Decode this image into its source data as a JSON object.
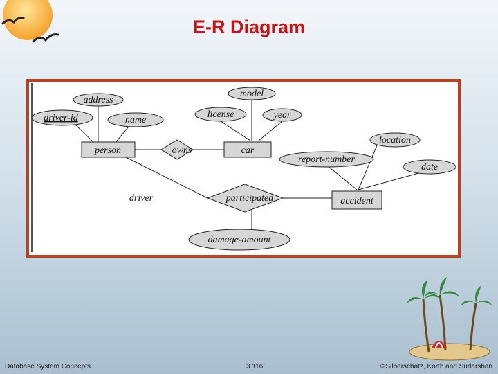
{
  "slide": {
    "title": "E-R Diagram",
    "footer_left": "Database System Concepts",
    "footer_center": "3.116",
    "footer_right": "©Silberschatz, Korth and Sudarshan"
  },
  "diagram": {
    "entities": [
      "person",
      "car",
      "accident"
    ],
    "relationships": [
      "owns",
      "participated"
    ],
    "attributes": [
      "address",
      "driver-id",
      "name",
      "model",
      "license",
      "year",
      "location",
      "report-number",
      "date",
      "damage-amount"
    ],
    "roles": [
      "driver"
    ]
  },
  "colors": {
    "title": "#cc1111",
    "frame_border": "#c0401e",
    "shape_fill": "#d6d6d6"
  },
  "icons": [
    "seagull-logo",
    "palm-island-clipart"
  ]
}
